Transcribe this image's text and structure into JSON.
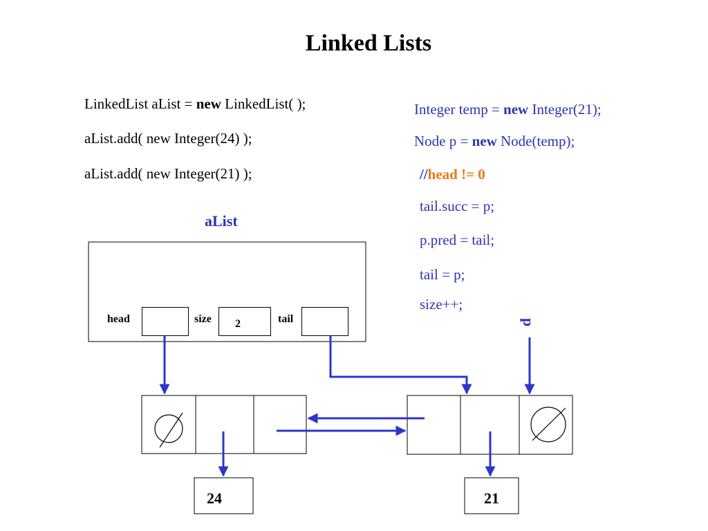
{
  "title": "Linked Lists",
  "left_code": {
    "line1": {
      "a": "LinkedList aList = ",
      "kw": "new",
      "b": " LinkedList( );"
    },
    "line2": "aList.add( new Integer(24) );",
    "line3": "aList.add( new Integer(21) );"
  },
  "right_code": {
    "line1": {
      "a": "Integer temp = ",
      "kw": "new",
      "b": " Integer(21);"
    },
    "line2": {
      "a": "Node p = ",
      "kw": "new",
      "b": " Node(temp);"
    },
    "comment": {
      "prefix": "//",
      "text": "head != 0"
    },
    "line3": "tail.succ = p;",
    "line4": "p.pred = tail;",
    "line5": "tail = p;",
    "line6": "size++;"
  },
  "diagram": {
    "list_label": "aList",
    "head_label": "head",
    "size_label": "size",
    "size_value": "2",
    "tail_label": "tail",
    "p_label": "p",
    "node1_value": "24",
    "node2_value": "21"
  },
  "colors": {
    "code_blue": "#2b35b0",
    "arrow_blue": "#2a37c8",
    "comment_orange": "#e87a12"
  }
}
